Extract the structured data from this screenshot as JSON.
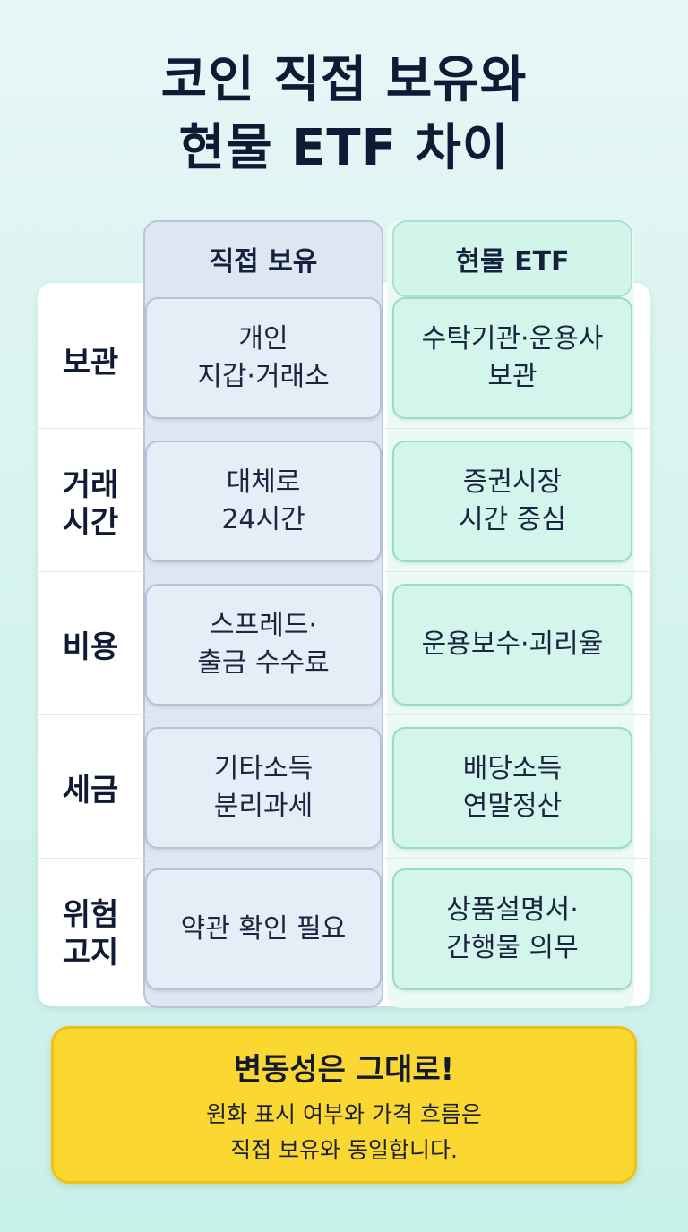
{
  "title": "코인 직접 보유와\n현물 ETF 차이",
  "columns": {
    "left": "직접 보유",
    "right": "현물 ETF"
  },
  "rows": [
    {
      "label": "보관",
      "left": "개인\n지갑·거래소",
      "right": "수탁기관·운용사\n보관"
    },
    {
      "label": "거래\n시간",
      "left": "대체로\n24시간",
      "right": "증권시장\n시간 중심"
    },
    {
      "label": "비용",
      "left": "스프레드·\n출금 수수료",
      "right": "운용보수·괴리율"
    },
    {
      "label": "세금",
      "left": "기타소득\n분리과세",
      "right": "배당소득\n연말정산"
    },
    {
      "label": "위험\n고지",
      "left": "약관 확인 필요",
      "right": "상품설명서·\n간행물 의무"
    }
  ],
  "note": {
    "title": "변동성은 그대로!",
    "body": "원화 표시 여부와 가격 흐름은\n직접 보유와 동일합니다."
  },
  "colors": {
    "background": "#d4f3ee",
    "left_column": "#e6edf6",
    "right_column": "#d4f5eb",
    "note_background": "#fbd731",
    "text": "#101a35"
  }
}
